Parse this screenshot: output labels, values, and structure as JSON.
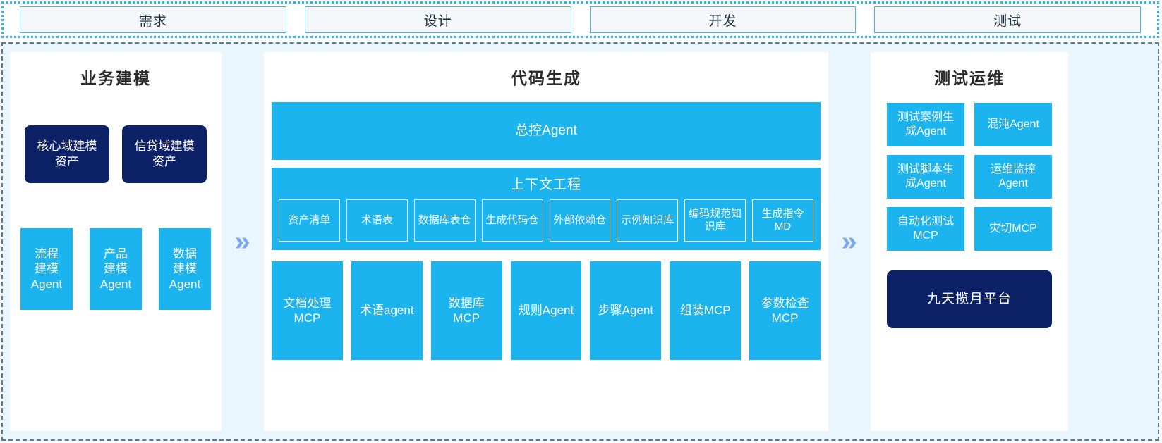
{
  "phases": {
    "items": [
      {
        "label": "需求"
      },
      {
        "label": "设计"
      },
      {
        "label": "开发"
      },
      {
        "label": "测试"
      }
    ]
  },
  "separators": {
    "chevron_glyph": "»",
    "chevron_color": "#7aa7f0"
  },
  "colors": {
    "cyan": "#1cb4ee",
    "navy": "#0d2266",
    "panel_bg": "#ffffff",
    "stage_bg": "#eaf6fd",
    "strip_border": "#29b6e8",
    "stage_border": "#5b7b95",
    "tab_fill": "#f4f8fb",
    "tab_border": "#4fb3dd"
  },
  "left_panel": {
    "title": "业务建模",
    "assets": [
      {
        "label": "核心域建模\n资产"
      },
      {
        "label": "信贷域建模\n资产"
      }
    ],
    "agents": [
      {
        "label": "流程\n建模\nAgent"
      },
      {
        "label": "产品\n建模\nAgent"
      },
      {
        "label": "数据\n建模\nAgent"
      }
    ]
  },
  "center_panel": {
    "title": "代码生成",
    "master_agent": {
      "label": "总控Agent"
    },
    "context": {
      "title": "上下文工程",
      "items": [
        {
          "label": "资产清单"
        },
        {
          "label": "术语表"
        },
        {
          "label": "数据库表仓"
        },
        {
          "label": "生成代码仓"
        },
        {
          "label": "外部依赖仓"
        },
        {
          "label": "示例知识库"
        },
        {
          "label": "编码规范知识库"
        },
        {
          "label": "生成指令MD"
        }
      ]
    },
    "tools": [
      {
        "label": "文档处理\nMCP"
      },
      {
        "label": "术语agent"
      },
      {
        "label": "数据库\nMCP"
      },
      {
        "label": "规则Agent"
      },
      {
        "label": "步骤Agent"
      },
      {
        "label": "组装MCP"
      },
      {
        "label": "参数检查\nMCP"
      }
    ]
  },
  "right_panel": {
    "title": "测试运维",
    "agents": [
      {
        "label": "测试案例生\n成Agent"
      },
      {
        "label": "混沌Agent"
      },
      {
        "label": "测试脚本生\n成Agent"
      },
      {
        "label": "运维监控\nAgent"
      },
      {
        "label": "自动化测试\nMCP"
      },
      {
        "label": "灾切MCP"
      }
    ],
    "platform": {
      "label": "九天揽月平台"
    }
  }
}
